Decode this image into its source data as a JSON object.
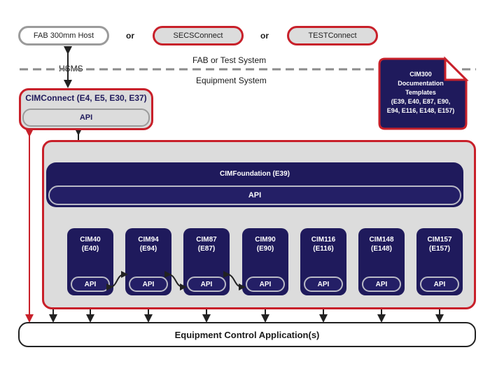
{
  "top_row": {
    "host": "FAB 300mm Host",
    "or_1": "or",
    "secs": "SECSConnect",
    "or_2": "or",
    "test": "TESTConnect"
  },
  "divider": {
    "hsms": "HSMS",
    "fab_label": "FAB or Test System",
    "equipment_label": "Equipment System"
  },
  "cimconnect": {
    "title": "CIMConnect (E4, E5, E30, E37)",
    "api": "API"
  },
  "documentation": {
    "title": "CIM300\nDocumentation\nTemplates\n(E39, E40, E87, E90,\nE94, E116, E148, E157)"
  },
  "foundation": {
    "title": "CIMFoundation (E39)",
    "api": "API"
  },
  "modules": [
    {
      "name": "CIM40\n(E40)",
      "api": "API"
    },
    {
      "name": "CIM94\n(E94)",
      "api": "API"
    },
    {
      "name": "CIM87\n(E87)",
      "api": "API"
    },
    {
      "name": "CIM90\n(E90)",
      "api": "API"
    },
    {
      "name": "CIM116\n(E116)",
      "api": "API"
    },
    {
      "name": "CIM148\n(E148)",
      "api": "API"
    },
    {
      "name": "CIM157\n(E157)",
      "api": "API"
    }
  ],
  "equipment_app": {
    "label": "Equipment Control Application(s)"
  },
  "colors": {
    "navy": "#1f1a5c",
    "red": "#c8202a",
    "gray": "#dcdcdc"
  }
}
